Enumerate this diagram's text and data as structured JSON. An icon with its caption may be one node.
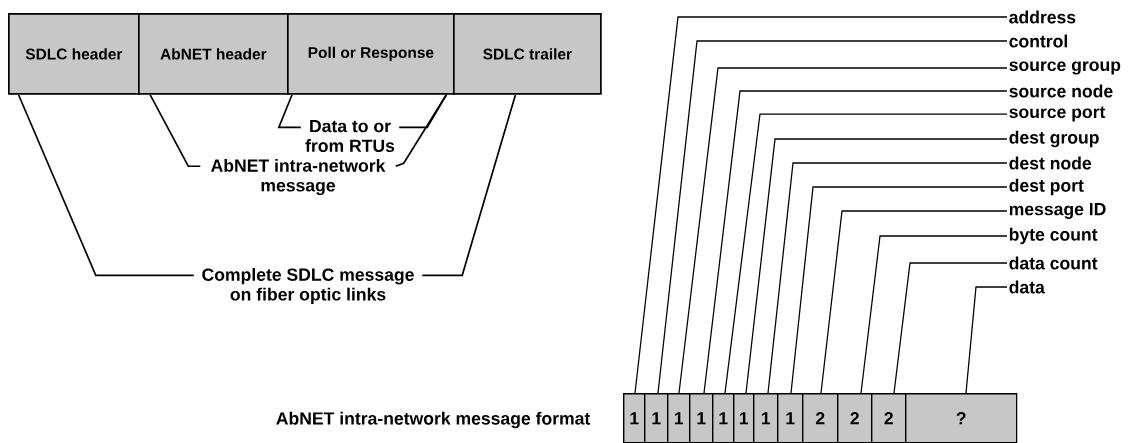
{
  "diagram": {
    "nodes": [
      {
        "text": [
          "SDLC header"
        ]
      },
      {
        "text": [
          "AbNET header"
        ]
      },
      {
        "text": [
          "Poll or Response"
        ]
      },
      {
        "text": [
          "SDLC trailer"
        ]
      },
      {
        "text": [
          "Data to or from RTUs"
        ]
      },
      {
        "text": [
          "AbNET intra-network message"
        ]
      },
      {
        "text": [
          "Complete SDLC message on fiber optic links"
        ]
      },
      {
        "text": [
          "address"
        ]
      },
      {
        "text": [
          "control"
        ]
      },
      {
        "text": [
          "source group"
        ]
      },
      {
        "text": [
          "source node"
        ]
      },
      {
        "text": [
          "source port"
        ]
      },
      {
        "text": [
          "dest group"
        ]
      },
      {
        "text": [
          "dest node"
        ]
      },
      {
        "text": [
          "dest port"
        ]
      },
      {
        "text": [
          "message ID"
        ]
      },
      {
        "text": [
          "byte count"
        ]
      },
      {
        "text": [
          "data count"
        ]
      },
      {
        "text": [
          "data"
        ]
      },
      {
        "text": [
          "1"
        ]
      },
      {
        "text": [
          "1"
        ]
      },
      {
        "text": [
          "1"
        ]
      },
      {
        "text": [
          "1"
        ]
      },
      {
        "text": [
          "1"
        ]
      },
      {
        "text": [
          "1"
        ]
      },
      {
        "text": [
          "1"
        ]
      },
      {
        "text": [
          "1"
        ]
      },
      {
        "text": [
          "2"
        ]
      },
      {
        "text": [
          "2"
        ]
      },
      {
        "text": [
          "2"
        ]
      },
      {
        "text": [
          "?"
        ]
      }
    ],
    "edges": [
      {
        "from": 4,
        "to": 2,
        "arrow": "none"
      },
      {
        "from": 4,
        "to": 2,
        "arrow": "none"
      },
      {
        "from": 5,
        "to": 1,
        "arrow": "none"
      },
      {
        "from": 5,
        "to": 2,
        "arrow": "none"
      },
      {
        "from": 6,
        "to": 0,
        "arrow": "none"
      },
      {
        "from": 6,
        "to": 3,
        "arrow": "none"
      },
      {
        "from": 7,
        "to": 19,
        "arrow": "none"
      },
      {
        "from": 8,
        "to": 20,
        "arrow": "none"
      },
      {
        "from": 9,
        "to": 21,
        "arrow": "none"
      },
      {
        "from": 10,
        "to": 22,
        "arrow": "none"
      },
      {
        "from": 11,
        "to": 23,
        "arrow": "none"
      },
      {
        "from": 12,
        "to": 24,
        "arrow": "none"
      },
      {
        "from": 13,
        "to": 25,
        "arrow": "none"
      },
      {
        "from": 14,
        "to": 26,
        "arrow": "none"
      },
      {
        "from": 15,
        "to": 27,
        "arrow": "none"
      },
      {
        "from": 16,
        "to": 28,
        "arrow": "none"
      },
      {
        "from": 17,
        "to": 29,
        "arrow": "none"
      },
      {
        "from": 18,
        "to": 30,
        "arrow": "none"
      }
    ],
    "labels": [
      "AbNET intra-network message format"
    ]
  }
}
